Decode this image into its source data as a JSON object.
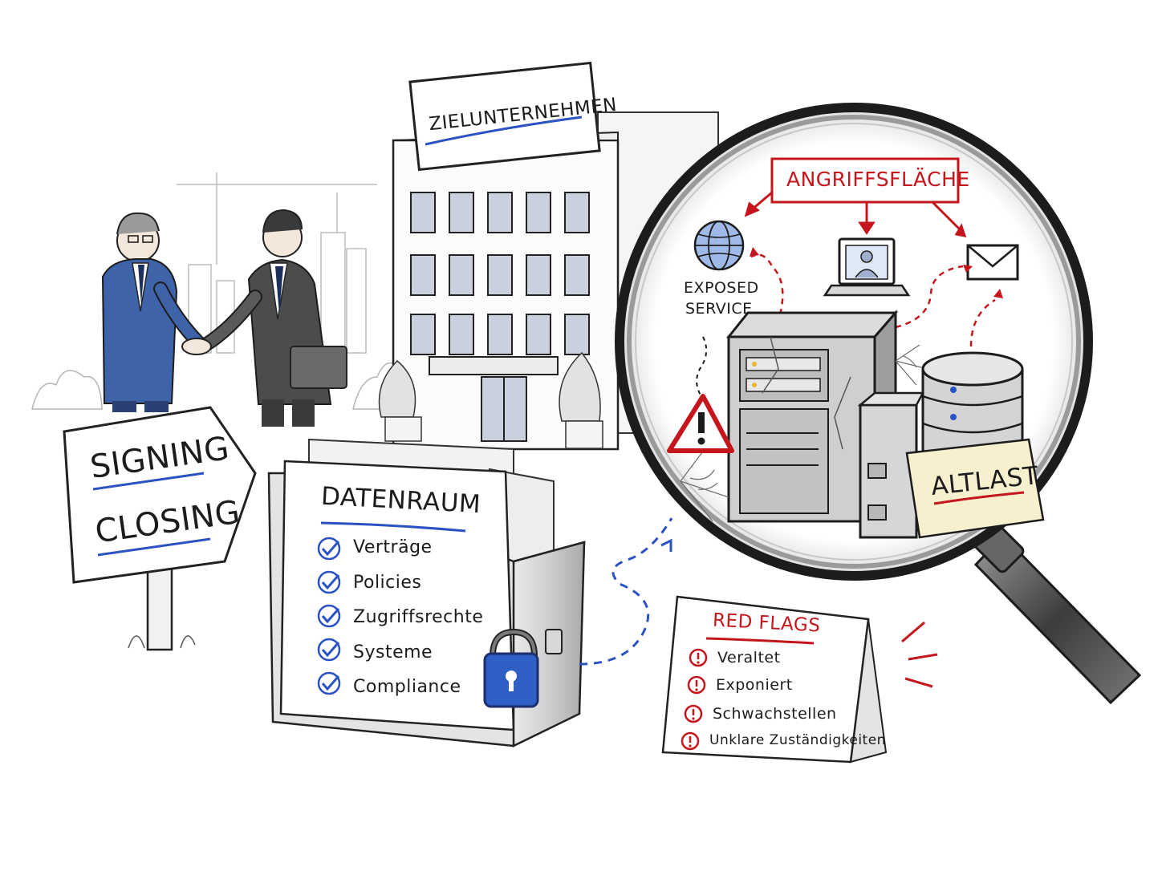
{
  "building": {
    "sign": "ZIELUNTERNEHMEN"
  },
  "signpost": {
    "signing": "SIGNING",
    "closing": "CLOSING"
  },
  "dataroom": {
    "title": "DATENRAUM",
    "items": [
      "Verträge",
      "Policies",
      "Zugriffsrechte",
      "Systeme",
      "Compliance"
    ]
  },
  "attack_surface": {
    "title": "ANGRIFFSFLÄCHE",
    "exposed_line1": "EXPOSED",
    "exposed_line2": "SERVICE",
    "legacy_note": "ALTLAST"
  },
  "red_flags": {
    "title": "RED FLAGS",
    "items": [
      "Veraltet",
      "Exponiert",
      "Schwachstellen",
      "Unklare Zuständigkeiten"
    ]
  },
  "colors": {
    "accent_blue": "#2b52c4",
    "alert_red": "#c4161c",
    "ink": "#1c1c1c",
    "note_yellow": "#f7f0cf"
  },
  "icons": [
    "handshake-people",
    "globe-icon",
    "laptop-user-icon",
    "mail-icon",
    "warning-icon",
    "padlock-icon",
    "checkmark-icon",
    "exclamation-icon",
    "magnifier-icon",
    "server-icon",
    "database-icon"
  ]
}
